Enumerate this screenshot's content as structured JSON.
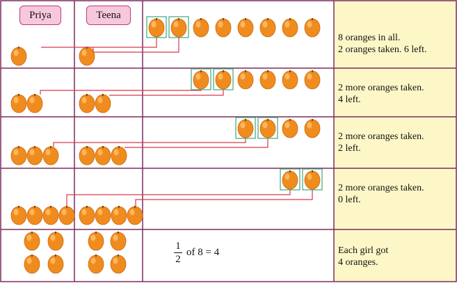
{
  "headers": {
    "priya": "Priya",
    "teena": "Teena"
  },
  "colors": {
    "grid": "#7a2b5e",
    "line": "#d83a4a",
    "box": "#3fa77a",
    "caption_bg": "#fdf7c8",
    "tag_fill": "#f7c8dc",
    "tag_border": "#c0397a",
    "orange": "#f08c1e"
  },
  "rows": [
    {
      "caption_lines": [
        "8 oranges in all.",
        "2 oranges taken. 6 left."
      ],
      "priya": 1,
      "teena": 1,
      "remaining": 8,
      "taken": 2
    },
    {
      "caption_lines": [
        "2 more oranges taken.",
        "4 left."
      ],
      "priya": 2,
      "teena": 2,
      "remaining": 6,
      "taken": 2
    },
    {
      "caption_lines": [
        "2 more oranges taken.",
        "2 left."
      ],
      "priya": 3,
      "teena": 3,
      "remaining": 4,
      "taken": 2
    },
    {
      "caption_lines": [
        "2 more oranges taken.",
        "0 left."
      ],
      "priya": 4,
      "teena": 4,
      "remaining": 2,
      "taken": 2
    },
    {
      "caption_lines": [
        "Each girl got",
        "4 oranges."
      ],
      "priya": 4,
      "teena": 4,
      "remaining": 0,
      "taken": 0
    }
  ],
  "fraction": {
    "numerator": "1",
    "denominator": "2",
    "rest": "of 8 = 4"
  }
}
